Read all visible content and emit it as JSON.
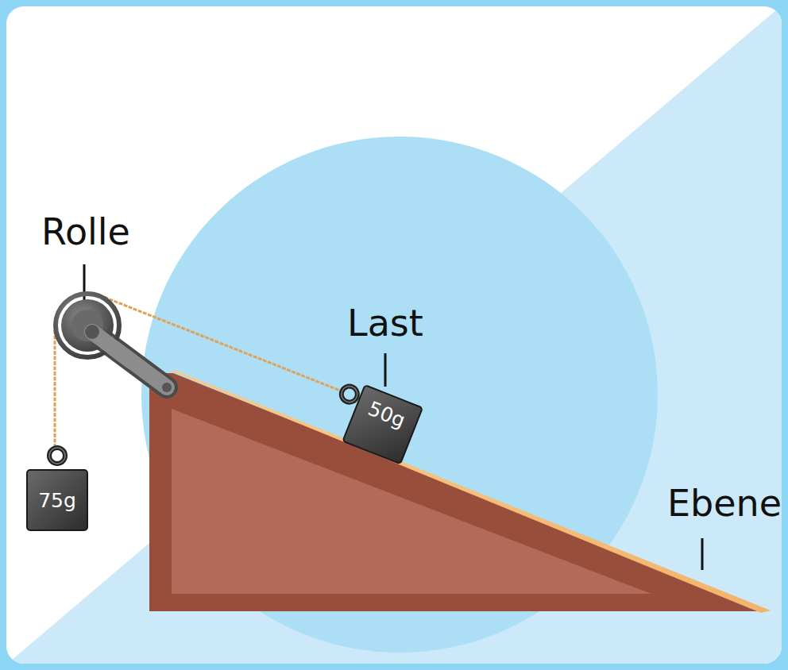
{
  "diagram": {
    "nodes": [
      {
        "text": [
          "75g"
        ]
      },
      {
        "text": [
          "50g"
        ]
      }
    ],
    "edges": [
      {
        "from": 0,
        "to": 1,
        "arrow": "none"
      }
    ],
    "labels": [
      "Rolle",
      "Last",
      "Ebene"
    ]
  }
}
